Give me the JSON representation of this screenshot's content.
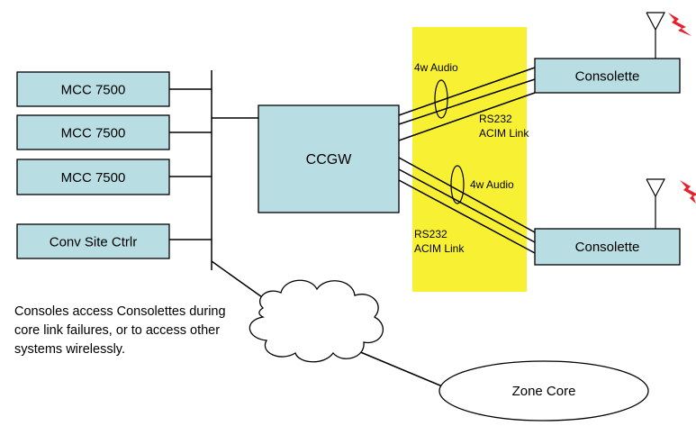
{
  "nodes": {
    "mcc_1": "MCC 7500",
    "mcc_2": "MCC 7500",
    "mcc_3": "MCC 7500",
    "conv_site": "Conv Site Ctrlr",
    "ccgw": "CCGW",
    "consolette_top": "Consolette",
    "consolette_bottom": "Consolette",
    "zone_core": "Zone Core"
  },
  "labels": {
    "audio_top": "4w Audio",
    "rs232_top_1": "RS232",
    "rs232_top_2": "ACIM Link",
    "audio_bottom": "4w Audio",
    "rs232_bottom_1": "RS232",
    "rs232_bottom_2": "ACIM Link"
  },
  "note": "Consoles access Consolettes during core link failures, or to access other systems wirelessly.",
  "colors": {
    "box_fill": "#b8dde3",
    "highlight": "#f8f032",
    "lightning": "#e8202a"
  },
  "icons": [
    "antenna-icon",
    "lightning-icon",
    "cloud-icon"
  ]
}
